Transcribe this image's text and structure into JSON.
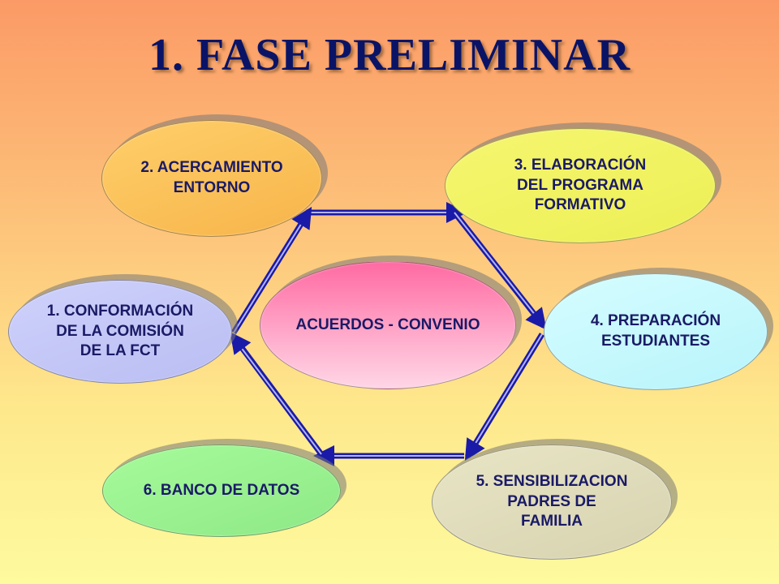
{
  "title": "1. FASE PRELIMINAR",
  "nodes": {
    "n1": "1. CONFORMACIÓN\nDE LA COMISIÓN\nDE LA  FCT",
    "n2": "2. ACERCAMIENTO\nENTORNO",
    "n3": "3. ELABORACIÓN\nDEL PROGRAMA\nFORMATIVO",
    "n4": "4. PREPARACIÓN\nESTUDIANTES",
    "n5": "5. SENSIBILIZACION\nPADRES DE\nFAMILIA",
    "n6": "6. BANCO DE DATOS",
    "center": "ACUERDOS - CONVENIO"
  },
  "colors": {
    "arrow": "#1a1aa8",
    "arrow_light": "#a8a8f0"
  }
}
